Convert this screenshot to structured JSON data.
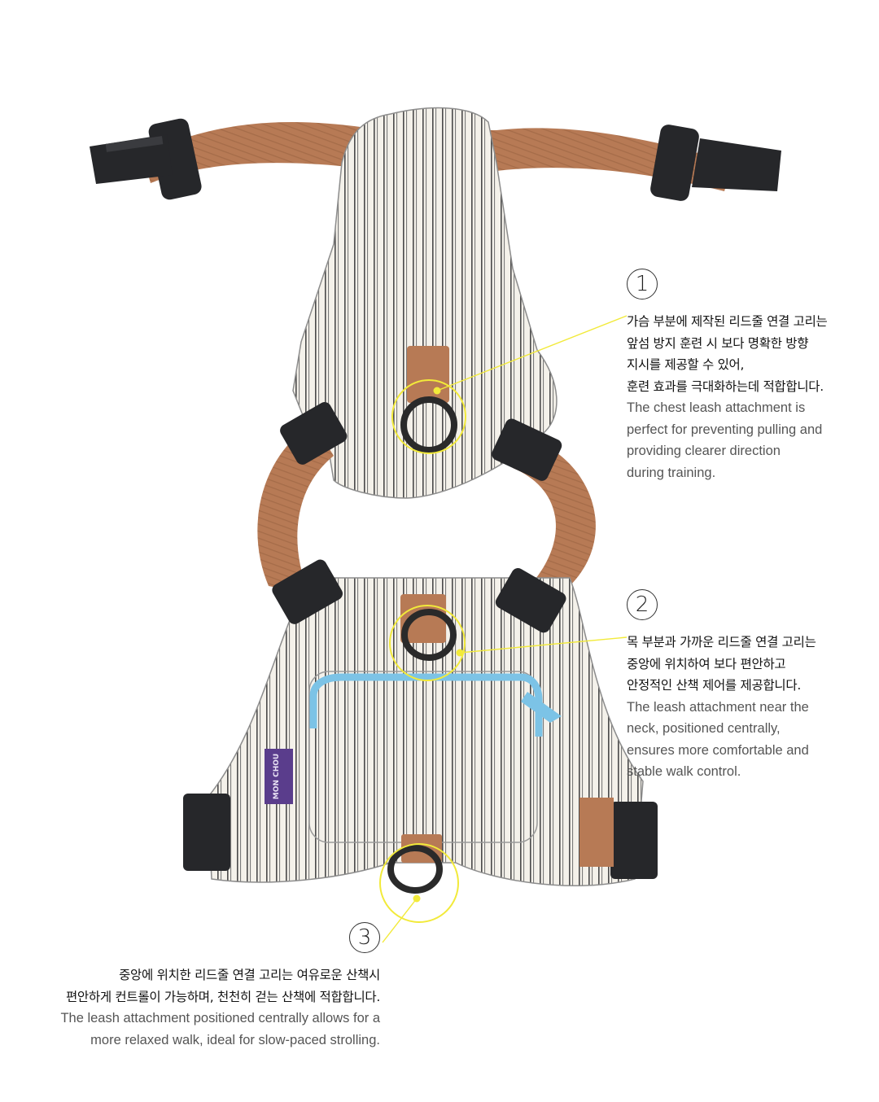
{
  "callouts": [
    {
      "number": "1",
      "ko_lines": [
        "가슴 부분에 제작된 리드줄 연결 고리는",
        "앞섬 방지 훈련 시 보다 명확한 방향",
        "지시를 제공할 수 있어,",
        "훈련 효과를 극대화하는데 적합합니다."
      ],
      "en_lines": [
        "The chest leash attachment is",
        "perfect for preventing pulling and",
        "providing clearer direction",
        "during training."
      ]
    },
    {
      "number": "2",
      "ko_lines": [
        "목 부분과 가까운 리드줄 연결 고리는",
        "중앙에 위치하여 보다 편안하고",
        "안정적인 산책 제어를 제공합니다."
      ],
      "en_lines": [
        "The leash attachment near the",
        "neck, positioned centrally,",
        "ensures more comfortable and",
        "stable walk control."
      ]
    },
    {
      "number": "3",
      "ko_lines": [
        "중앙에 위치한 리드줄 연결 고리는 여유로운 산책시",
        "편안하게 컨트롤이 가능하며, 천천히 걷는 산책에 적합합니다."
      ],
      "en_lines": [
        "The leash attachment positioned centrally allows for a",
        "more relaxed walk, ideal for slow-paced strolling."
      ]
    }
  ],
  "brand_label": "MON CHOU",
  "colors": {
    "highlight": "#f2ea3a",
    "strap": "#b77a55",
    "fabric": "#f4f1ea",
    "stripe": "#4a4a4a",
    "buckle": "#26272a",
    "zipper": "#7cc3e6",
    "brand_tag": "#5a3d8c"
  }
}
